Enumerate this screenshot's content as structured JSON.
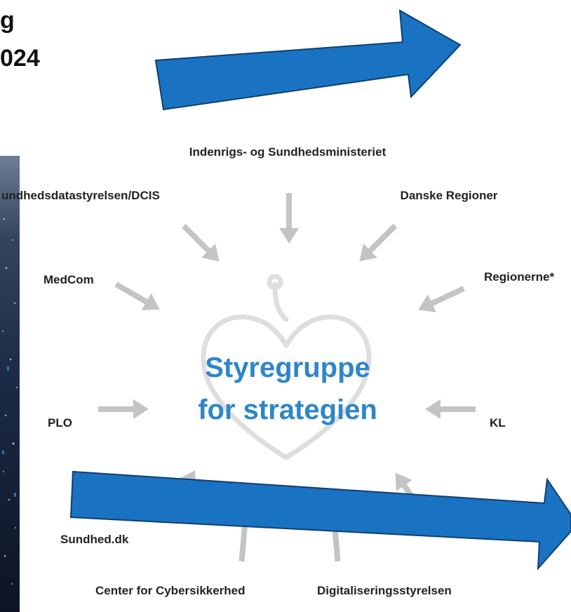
{
  "title": {
    "line1": "g",
    "line2": "024"
  },
  "center": {
    "line1": "Styregruppe",
    "line2": "for strategien"
  },
  "organizations": {
    "top": "Indenrigs- og Sundhedsministeriet",
    "top_left": "undhedsdatastyrelsen/DCIS",
    "top_right": "Danske Regioner",
    "mid_left": "MedCom",
    "mid_right": "Regionerne*",
    "left": "PLO",
    "right": "KL",
    "bottom_left": "Sundhed.dk",
    "bottom_center_left": "Center for Cybersikkerhed",
    "bottom_center_right": "Digitaliseringsstyrelsen"
  },
  "colors": {
    "big_arrow": "#1a73c2",
    "big_arrow_stroke": "#0f3f6e",
    "small_arrow": "#c4c4c4",
    "center_text": "#2e86c8",
    "heart": "#dedede"
  }
}
